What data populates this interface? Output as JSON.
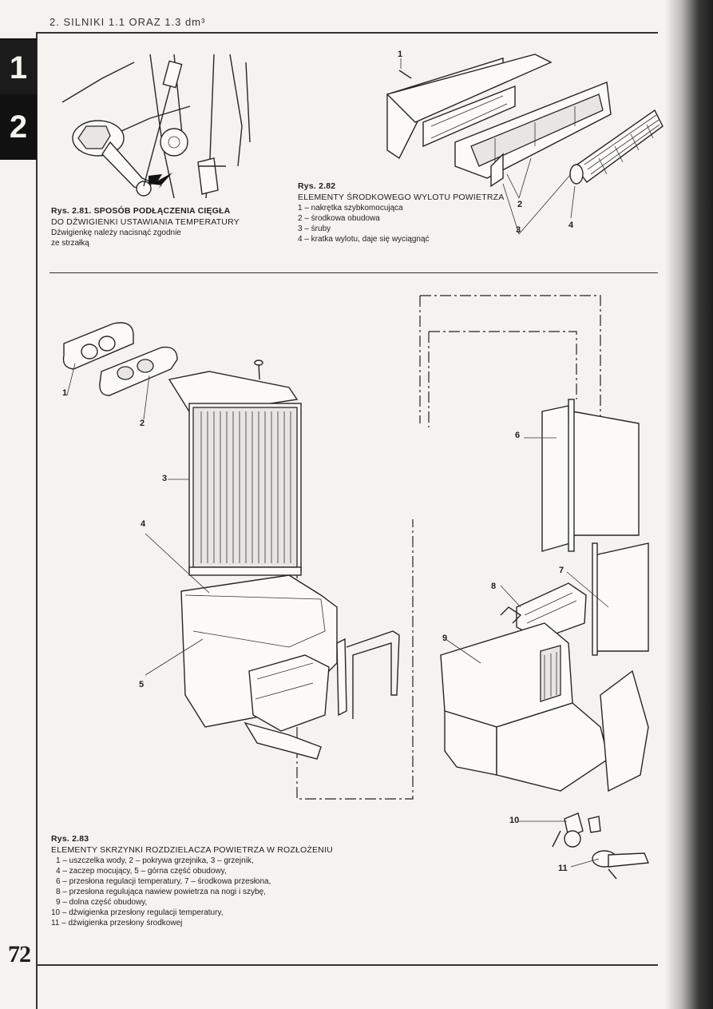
{
  "header": {
    "running_head": "2. SILNIKI 1.1 ORAZ 1.3 dm³"
  },
  "tabs": [
    "1",
    "2"
  ],
  "page_number": "72",
  "figures": {
    "fig281": {
      "title": "Rys. 2.81. SPOSÓB PODŁĄCZENIA CIĘGŁA",
      "title2": "DO DŹWIGIENKI USTAWIANIA TEMPERATURY",
      "note1": "Dźwigienkę należy nacisnąć zgodnie",
      "note2": "ze strzałką"
    },
    "fig282": {
      "label": "Rys. 2.82",
      "title": "ELEMENTY ŚRODKOWEGO WYLOTU POWIETRZA",
      "items": [
        "1 – nakrętka szybkomocująca",
        "2 – środkowa obudowa",
        "3 – śruby",
        "4 – kratka wylotu, daje się wyciągnąć"
      ],
      "callouts": [
        "1",
        "2",
        "3",
        "4"
      ]
    },
    "fig283": {
      "label": "Rys. 2.83",
      "title": "ELEMENTY SKRZYNKI ROZDZIELACZA POWIETRZA W ROZŁOŻENIU",
      "items": [
        "1 – uszczelka wody, 2 – pokrywa grzejnika, 3 – grzejnik,",
        "4 – zaczep mocujący, 5 – górna część obudowy,",
        "6 – przesłona regulacji temperatury, 7 – środkowa przesłona,",
        "8 – przesłona regulująca nawiew powietrza na nogi i szybę,",
        "9 – dolna część obudowy,",
        "10 – dźwigienka przesłony regulacji temperatury,",
        "11 – dźwigienka przesłony środkowej"
      ],
      "callouts": [
        "1",
        "2",
        "3",
        "4",
        "5",
        "6",
        "7",
        "8",
        "9",
        "10",
        "11"
      ]
    }
  }
}
